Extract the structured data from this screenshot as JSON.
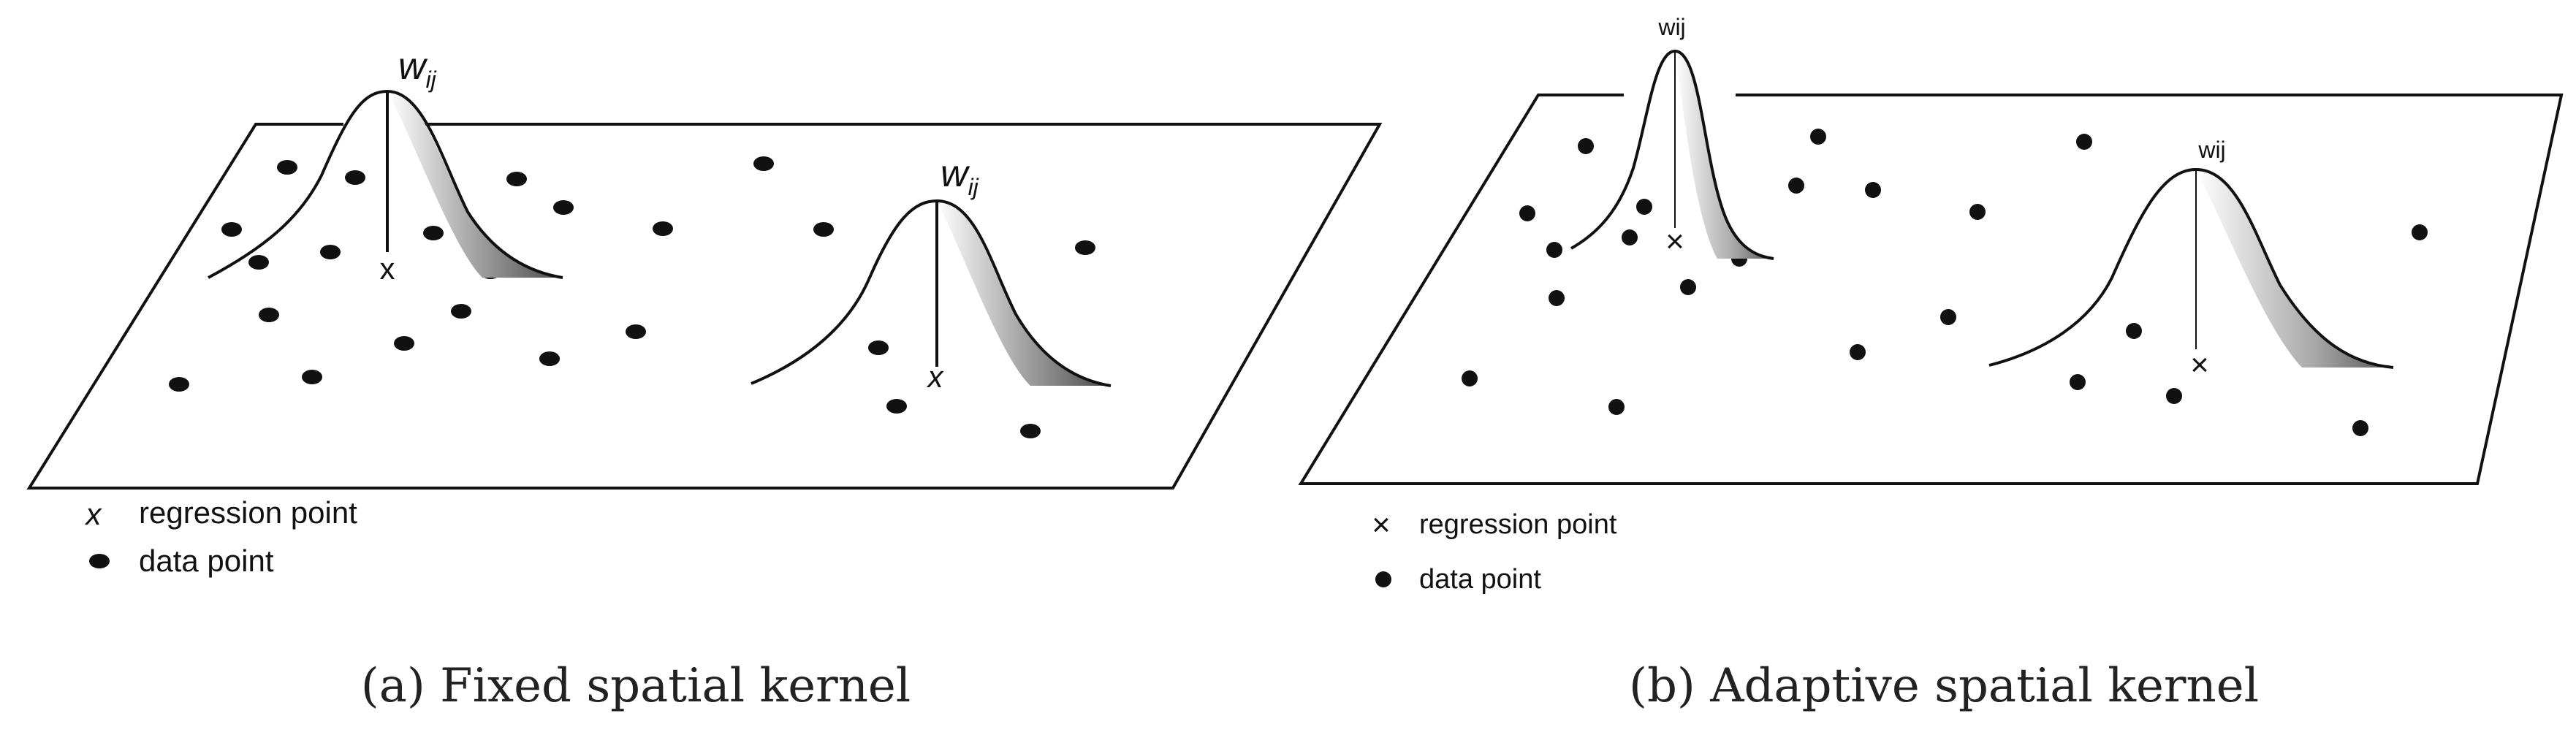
{
  "panel_a": {
    "kernel_labels": [
      "w",
      "w"
    ],
    "kernel_subscripts": [
      "ij",
      "ij"
    ],
    "regression_marks": [
      "x",
      "x"
    ],
    "legend": {
      "regression_symbol": "x",
      "regression_label": "regression point",
      "data_label": "data point"
    },
    "caption": "(a) Fixed spatial kernel"
  },
  "panel_b": {
    "kernel_labels": [
      "wij",
      "wij"
    ],
    "regression_marks": [
      "×",
      "×"
    ],
    "legend": {
      "regression_symbol": "×",
      "regression_label": "regression point",
      "data_label": "data point"
    },
    "caption": "(b) Adaptive spatial kernel"
  },
  "colors": {
    "ink": "#111111",
    "kernel_shade_dark": "#555555",
    "kernel_shade_light": "#ffffff",
    "background": "#ffffff"
  }
}
